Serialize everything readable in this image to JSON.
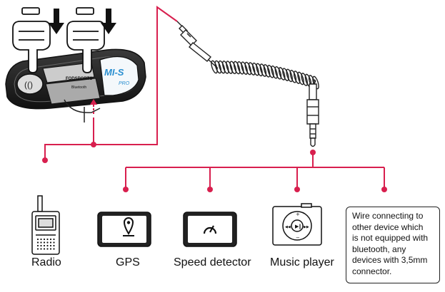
{
  "colors": {
    "connector": "#d81f4e",
    "line": "#222222"
  },
  "headset": {
    "model_label": "MI-S",
    "model_sub": "PRO",
    "brand": "FODSPORTS",
    "bt_text": "Bluetooth"
  },
  "devices": {
    "radio": {
      "label": "Radio",
      "icon": "walkie-talkie-icon"
    },
    "gps": {
      "label": "GPS",
      "icon": "location-pin-icon"
    },
    "speed": {
      "label": "Speed detector",
      "icon": "speedometer-icon"
    },
    "music": {
      "label": "Music player",
      "icon": "music-player-icon"
    }
  },
  "note": {
    "lines": [
      "Wire connecting to",
      "other device which",
      "is not equipped with",
      "bluetooth, any",
      "devices with 3,5mm",
      "connector."
    ]
  }
}
